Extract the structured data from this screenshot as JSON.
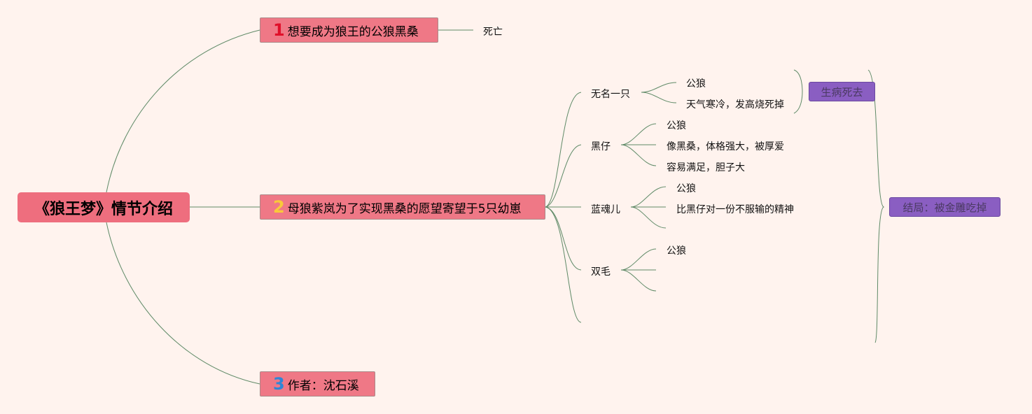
{
  "root": {
    "title": "《狼王梦》情节介绍"
  },
  "branches": [
    {
      "num": "1",
      "label": "想要成为狼王的公狼黑桑",
      "children": [
        "死亡"
      ]
    },
    {
      "num": "2",
      "label": "母狼紫岚为了实现黑桑的愿望寄望于5只幼崽"
    },
    {
      "num": "3",
      "label": "作者：沈石溪"
    }
  ],
  "cubs": [
    {
      "name": "无名一只",
      "traits": [
        "公狼",
        "天气寒冷，发高烧死掉"
      ]
    },
    {
      "name": "黑仔",
      "traits": [
        "公狼",
        "像黑桑，体格强大，被厚爱",
        "容易满足，胆子大"
      ]
    },
    {
      "name": "蓝魂儿",
      "traits": [
        "公狼",
        "比黑仔对一份不服输的精神",
        ""
      ]
    },
    {
      "name": "双毛",
      "traits": [
        "公狼",
        "",
        ""
      ]
    }
  ],
  "summaries": {
    "sick": "生病死去",
    "ending": "结局：被金雕吃掉"
  },
  "colors": {
    "background": "#fff3ee",
    "branch": "#ef7886",
    "root": "#ee6e7e",
    "line": "#5f8a67",
    "summary": "#8a5ec2"
  }
}
